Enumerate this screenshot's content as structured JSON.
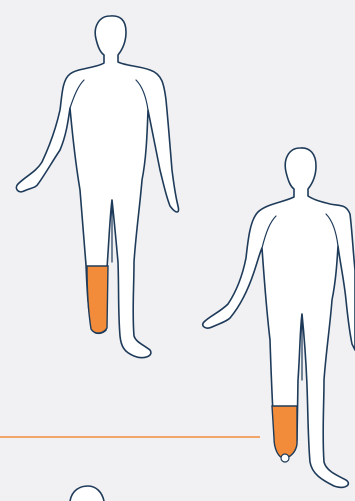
{
  "colors": {
    "background": "#f1f1f3",
    "outline": "#1f3b5a",
    "body_fill": "#ffffff",
    "highlight": "#f28c3a",
    "divider": "#f28c3a"
  },
  "figures": [
    {
      "id": "figure-1",
      "highlighted_region": "lower-leg-prosthesis"
    },
    {
      "id": "figure-2",
      "highlighted_region": "lower-leg-prosthesis",
      "marker": "joint-point"
    }
  ]
}
